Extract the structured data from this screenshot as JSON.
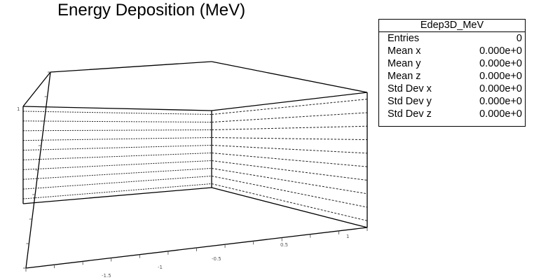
{
  "chart_data": {
    "type": "scatter",
    "title": "Energy Deposition (MeV)",
    "axis_tick_labels": {
      "front_x": [
        "-1.5",
        "-1",
        "-0.5"
      ],
      "right_y": [
        "0.5",
        "1"
      ],
      "left_z": [
        "1"
      ]
    },
    "series": [],
    "stats_box": {
      "name": "Edep3D_MeV",
      "rows": [
        {
          "label": "Entries",
          "value": "0"
        },
        {
          "label": "Mean x",
          "value": "0.000e+0"
        },
        {
          "label": "Mean y",
          "value": "0.000e+0"
        },
        {
          "label": "Mean z",
          "value": "0.000e+0"
        },
        {
          "label": "Std Dev x",
          "value": "0.000e+0"
        },
        {
          "label": "Std Dev y",
          "value": "0.000e+0"
        },
        {
          "label": "Std Dev z",
          "value": "0.000e+0"
        }
      ]
    }
  }
}
